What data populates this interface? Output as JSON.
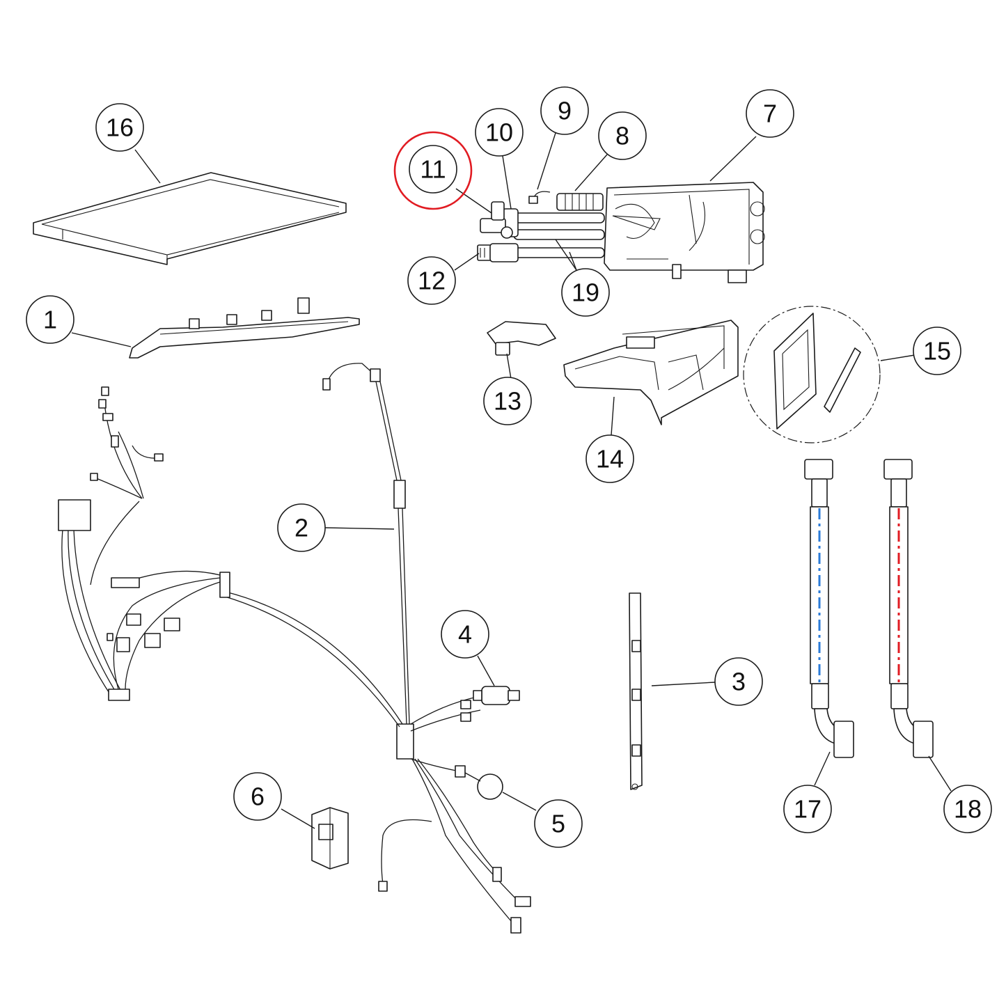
{
  "callouts": [
    {
      "id": "1",
      "label": "1"
    },
    {
      "id": "2",
      "label": "2"
    },
    {
      "id": "3",
      "label": "3"
    },
    {
      "id": "4",
      "label": "4"
    },
    {
      "id": "5",
      "label": "5"
    },
    {
      "id": "6",
      "label": "6"
    },
    {
      "id": "7",
      "label": "7"
    },
    {
      "id": "8",
      "label": "8"
    },
    {
      "id": "9",
      "label": "9"
    },
    {
      "id": "10",
      "label": "10"
    },
    {
      "id": "11",
      "label": "11"
    },
    {
      "id": "12",
      "label": "12"
    },
    {
      "id": "13",
      "label": "13"
    },
    {
      "id": "14",
      "label": "14"
    },
    {
      "id": "15",
      "label": "15"
    },
    {
      "id": "16",
      "label": "16"
    },
    {
      "id": "17",
      "label": "17"
    },
    {
      "id": "18",
      "label": "18"
    },
    {
      "id": "19",
      "label": "19"
    }
  ],
  "highlighted_callout": "11",
  "colors": {
    "line": "#1a1a1a",
    "highlight": "#e11b22",
    "cold_hose": "#2b7bd8",
    "hot_hose": "#e11b22"
  }
}
